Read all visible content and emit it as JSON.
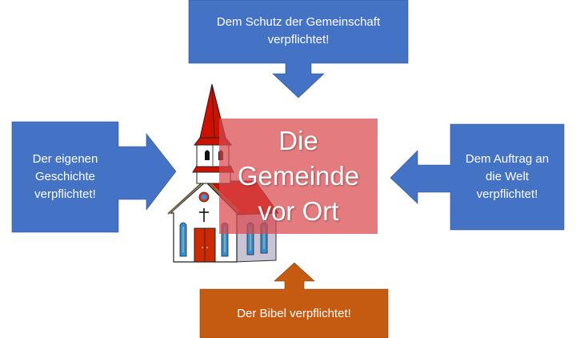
{
  "colors": {
    "blue_callout": "#4472c4",
    "orange_callout": "#c55a11",
    "center_box": "#e07b7f",
    "text": "#ffffff"
  },
  "center": {
    "lines": [
      "Die",
      "Gemeinde",
      "vor Ort"
    ]
  },
  "callouts": {
    "top": {
      "lines": [
        "Dem Schutz der Gemeinschaft",
        "verpflichtet!"
      ],
      "direction": "down"
    },
    "left": {
      "lines": [
        "Der eigenen",
        "Geschichte",
        "verpflichtet!"
      ],
      "direction": "right"
    },
    "right": {
      "lines": [
        "Dem Auftrag an",
        "die Welt",
        "verpflichtet!"
      ],
      "direction": "left"
    },
    "bottom": {
      "lines": [
        "Der Bibel verpflichtet!"
      ],
      "direction": "up"
    }
  },
  "illustration": {
    "icon": "church-icon"
  }
}
